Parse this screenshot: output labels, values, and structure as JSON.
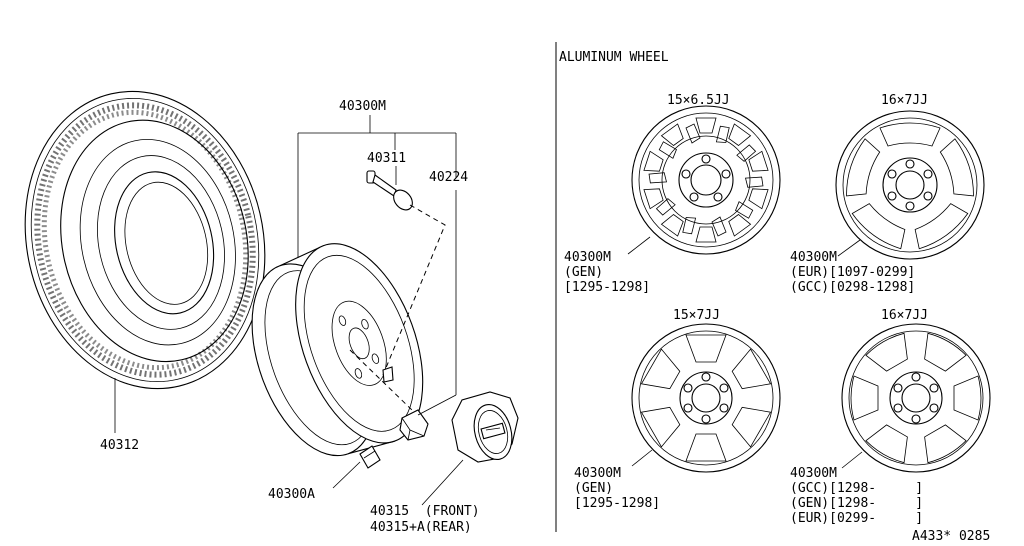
{
  "section_title": "ALUMINUM WHEEL",
  "labels": {
    "assembly": "40300M",
    "valve": "40311",
    "weight": "40224",
    "tire": "40312",
    "nut": "40300A",
    "cap_front": "40315  (FRONT)",
    "cap_rear": "40315+A(REAR)"
  },
  "wheels": [
    {
      "size": "15×6.5JJ",
      "part": "40300M",
      "notes": [
        "(GEN)",
        "[1295-1298]"
      ]
    },
    {
      "size": "16×7JJ",
      "part": "40300M",
      "notes": [
        "(EUR)[1097-0299]",
        "(GCC)[0298-1298]"
      ]
    },
    {
      "size": "15×7JJ",
      "part": "40300M",
      "notes": [
        "(GEN)",
        "[1295-1298]"
      ]
    },
    {
      "size": "16×7JJ",
      "part": "40300M",
      "notes": [
        "(GCC)[1298-     ]",
        "(GEN)[1298-     ]",
        "(EUR)[0299-     ]"
      ]
    }
  ],
  "diagram_code": "A433* 0285"
}
